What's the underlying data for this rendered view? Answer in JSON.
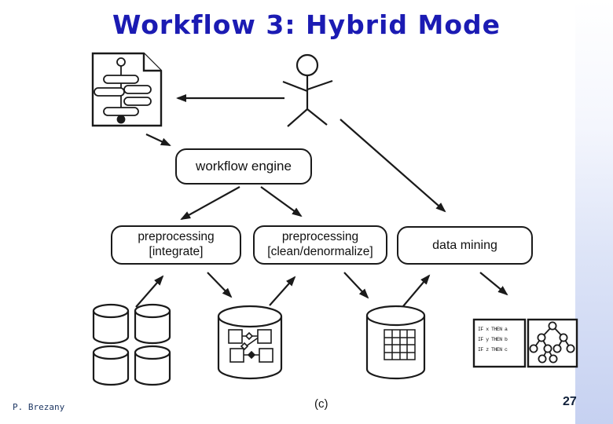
{
  "slide": {
    "title": "Workflow 3: Hybrid Mode",
    "footer": {
      "author": "P. Brezany",
      "center_mark": "(c)",
      "page_number": "27"
    }
  },
  "diagram": {
    "nodes": {
      "workflow_engine": {
        "label": "workflow engine"
      },
      "preprocessing_integrate": {
        "label": "preprocessing",
        "sublabel": "[integrate]"
      },
      "preprocessing_clean": {
        "label": "preprocessing",
        "sublabel": "[clean/denormalize]"
      },
      "data_mining": {
        "label": "data mining"
      }
    },
    "rules_box": {
      "lines": [
        "IF x THEN a",
        "IF y THEN b",
        "IF z THEN c"
      ]
    },
    "icons": [
      "workflow-document-icon",
      "user-actor-icon",
      "database-cylinder-icon",
      "schema-database-icon",
      "table-database-icon",
      "rules-result-icon",
      "decision-tree-icon"
    ],
    "edges": [
      "user-actor -> workflow-document",
      "workflow-document -> workflow-engine",
      "workflow-engine -> preprocessing-integrate",
      "workflow-engine -> preprocessing-clean-denormalize",
      "user-actor -> data-mining",
      "source-databases -> preprocessing-integrate",
      "preprocessing-integrate -> integrated-database",
      "integrated-database -> preprocessing-clean-denormalize",
      "preprocessing-clean-denormalize -> cleaned-table-database",
      "cleaned-table-database -> data-mining",
      "data-mining -> mining-results"
    ]
  },
  "colors": {
    "title": "#1b1bb3",
    "stroke": "#1a1a1a",
    "background": "#ffffff",
    "band_bottom": "#c6d1f1"
  }
}
